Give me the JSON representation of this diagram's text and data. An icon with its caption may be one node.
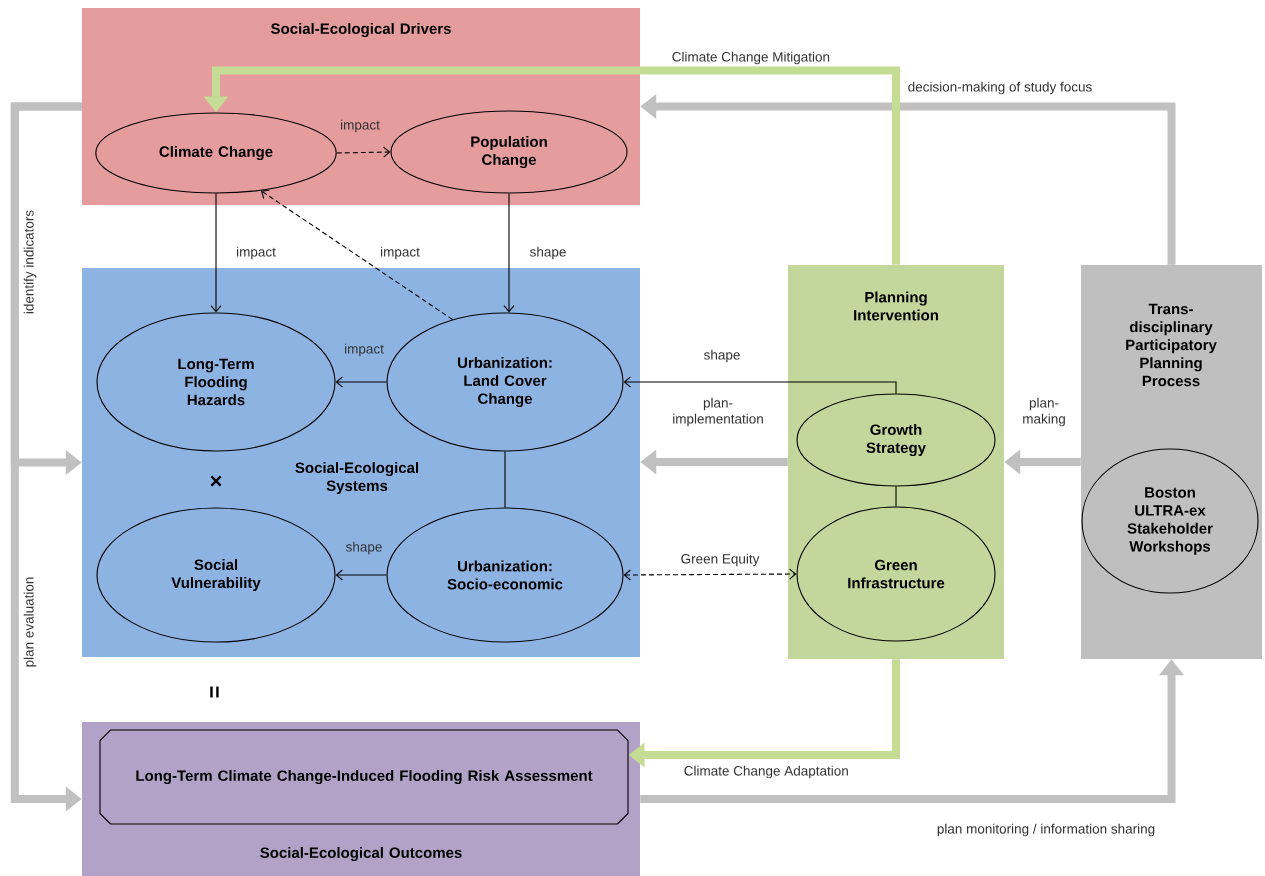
{
  "diagram": {
    "nodes": [
      {
        "text": [
          "Social-Ecological Drivers"
        ]
      },
      {
        "text": [
          "Climate Change"
        ],
        "in": 0
      },
      {
        "text": [
          "Population Change"
        ],
        "in": 0
      },
      {
        "text": [
          "Social-Ecological Systems"
        ]
      },
      {
        "text": [
          "Long-Term Flooding Hazards"
        ],
        "in": 3
      },
      {
        "text": [
          "Urbanization: Land Cover Change"
        ],
        "in": 3
      },
      {
        "text": [
          "Social Vulnerability"
        ],
        "in": 3
      },
      {
        "text": [
          "Urbanization: Socio-economic"
        ],
        "in": 3
      },
      {
        "text": [
          "Planning Intervention"
        ]
      },
      {
        "text": [
          "Growth Strategy"
        ],
        "in": 8
      },
      {
        "text": [
          "Green Infrastructure"
        ],
        "in": 8
      },
      {
        "text": [
          "Trans- disciplinary Participatory Planning Process"
        ]
      },
      {
        "text": [
          "Boston ULTRA-ex Stakeholder Workshops"
        ],
        "in": 11
      },
      {
        "text": [
          "Social-Ecological Outcomes"
        ]
      },
      {
        "text": [
          "Long-Term Climate Change-Induced Flooding Risk Assessment"
        ],
        "in": 13
      }
    ],
    "edges": [
      {
        "from": 1,
        "to": 2,
        "arrow": "to",
        "label": "impact",
        "style": "dashed"
      },
      {
        "from": 1,
        "to": 4,
        "arrow": "to",
        "label": "impact"
      },
      {
        "from": 5,
        "to": 1,
        "arrow": "to",
        "label": "impact",
        "style": "dashed"
      },
      {
        "from": 2,
        "to": 5,
        "arrow": "to",
        "label": "shape"
      },
      {
        "from": 5,
        "to": 4,
        "arrow": "to",
        "label": "impact"
      },
      {
        "from": 7,
        "to": 6,
        "arrow": "to",
        "label": "shape"
      },
      {
        "from": 5,
        "to": 7,
        "arrow": "none"
      },
      {
        "from": 9,
        "to": 5,
        "arrow": "to",
        "label": "shape"
      },
      {
        "from": 9,
        "to": 10,
        "arrow": "none"
      },
      {
        "from": 7,
        "to": 10,
        "arrow": "both",
        "label": "Green Equity",
        "style": "dashed"
      },
      {
        "from": 8,
        "to": 3,
        "arrow": "to",
        "label": "plan- implementation",
        "style": "thick",
        "color": "#c0c0c0"
      },
      {
        "from": 11,
        "to": 8,
        "arrow": "to",
        "label": "plan- making",
        "style": "thick",
        "color": "#c0c0c0"
      },
      {
        "from": 11,
        "to": 0,
        "arrow": "to",
        "label": "decision-making of study focus",
        "style": "thick",
        "color": "#c0c0c0"
      },
      {
        "from": 8,
        "to": 1,
        "arrow": "to",
        "label": "Climate Change Mitigation",
        "style": "thick",
        "color": "#c4dc94"
      },
      {
        "from": 8,
        "to": 14,
        "arrow": "to",
        "label": "Climate Change Adaptation",
        "style": "thick",
        "color": "#c4dc94"
      },
      {
        "from": 13,
        "to": 11,
        "arrow": "to",
        "label": "plan monitoring / information sharing",
        "style": "thick",
        "color": "#c0c0c0"
      },
      {
        "from": 0,
        "to": 3,
        "arrow": "to",
        "label": "identify indicators",
        "style": "thick",
        "color": "#c0c0c0"
      },
      {
        "from": 0,
        "to": 13,
        "arrow": "to",
        "label": "plan evaluation",
        "style": "thick",
        "color": "#c0c0c0"
      }
    ],
    "labels": [
      "×",
      "="
    ]
  }
}
